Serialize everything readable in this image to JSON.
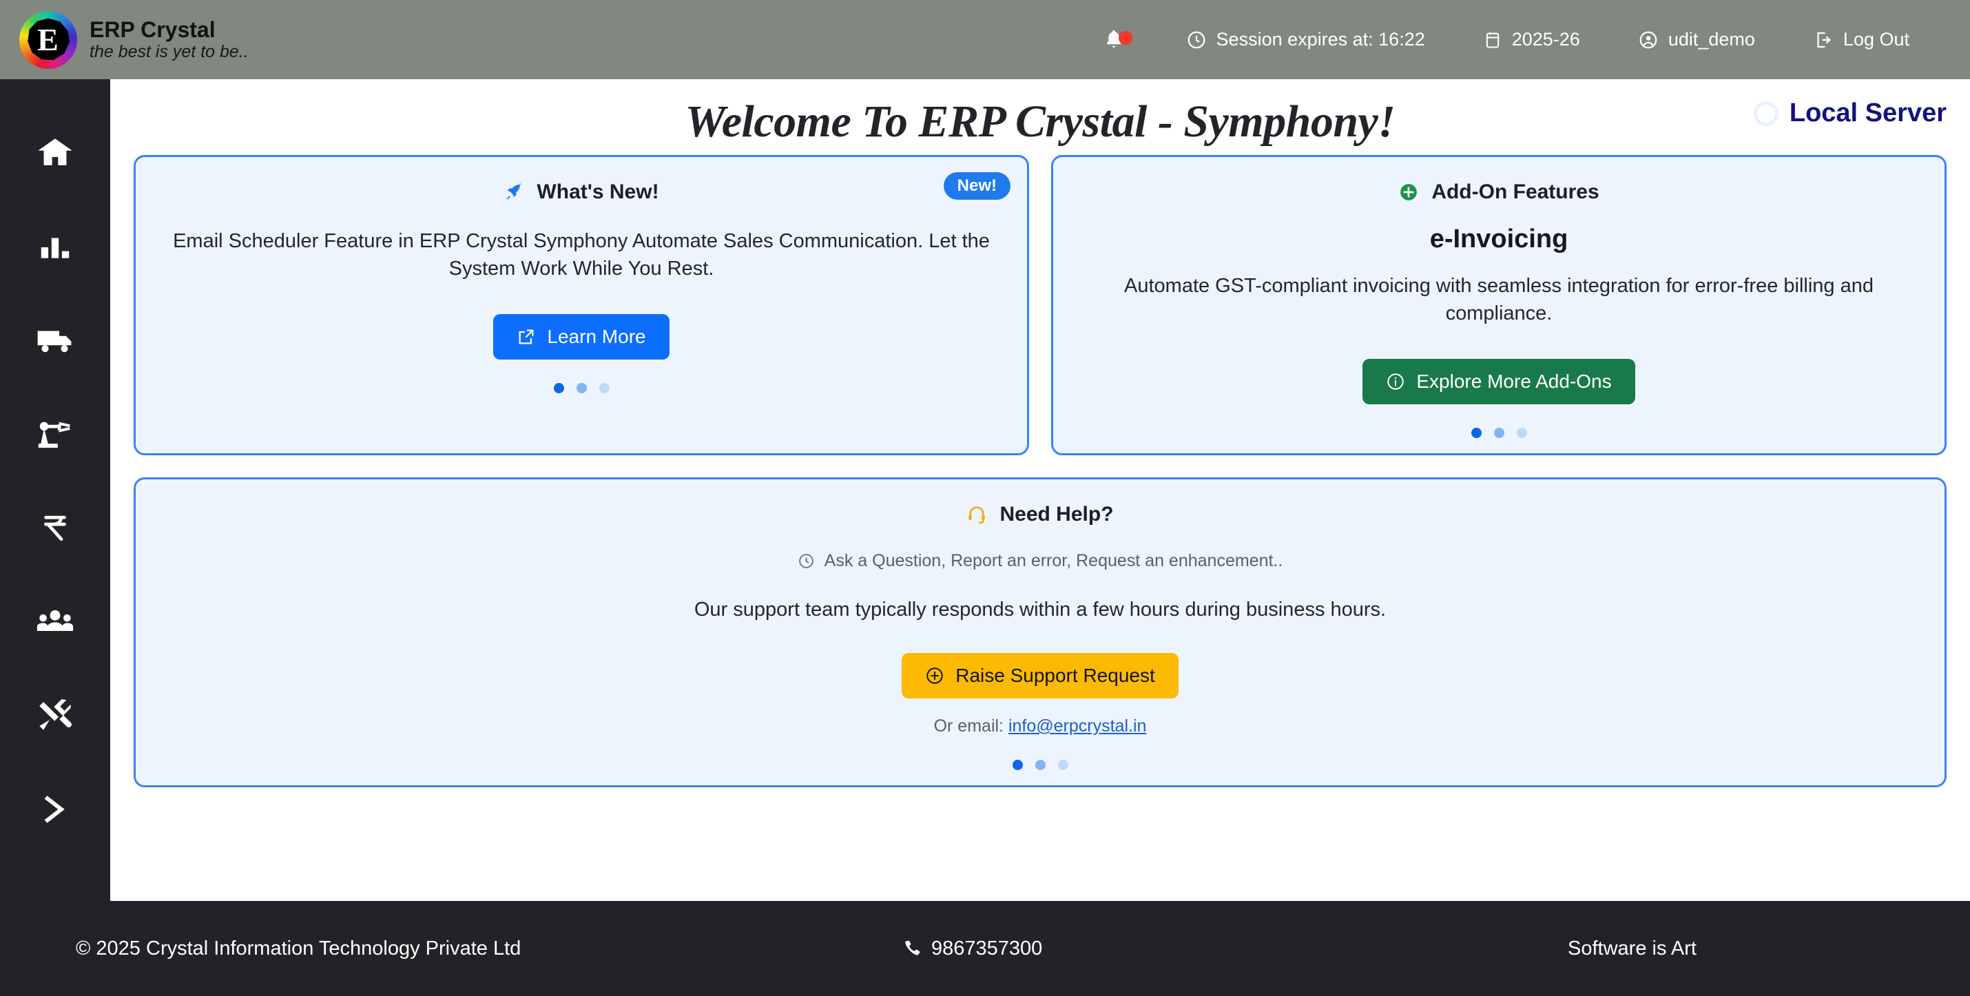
{
  "header": {
    "brand_title": "ERP Crystal",
    "brand_tagline": "the best is yet to be..",
    "logo_glyph": "E",
    "notification_icon": "bell-icon",
    "session": {
      "icon": "clock-icon",
      "label": "Session expires at: 16:22"
    },
    "fiscal_year": {
      "icon": "calendar-icon",
      "label": "2025-26"
    },
    "user": {
      "icon": "user-circle-icon",
      "label": "udit_demo"
    },
    "logout": {
      "icon": "logout-icon",
      "label": "Log Out"
    }
  },
  "sidebar": {
    "items": [
      {
        "icon": "home-icon",
        "name": "home"
      },
      {
        "icon": "bar-chart-icon",
        "name": "reports"
      },
      {
        "icon": "truck-icon",
        "name": "dispatch"
      },
      {
        "icon": "robotic-arm-icon",
        "name": "production"
      },
      {
        "icon": "rupee-icon",
        "name": "finance"
      },
      {
        "icon": "people-icon",
        "name": "hr"
      },
      {
        "icon": "tools-icon",
        "name": "maintenance"
      },
      {
        "icon": "chevron-right-icon",
        "name": "expand-sidebar"
      }
    ]
  },
  "main": {
    "page_title": "Welcome To ERP Crystal - Symphony!",
    "server_status": {
      "label": "Local Server",
      "icon": "spinner-ring-icon",
      "color": "#131280"
    },
    "whats_new": {
      "icon": "rocket-icon",
      "heading": "What's New!",
      "badge": "New!",
      "body": "Email Scheduler Feature in ERP Crystal Symphony Automate Sales Communication. Let the System Work While You Rest.",
      "button": {
        "icon": "external-link-icon",
        "label": "Learn More",
        "color": "#0d6efd"
      },
      "carousel": {
        "count": 3,
        "active": 0
      }
    },
    "addons": {
      "icon": "plus-circle-icon",
      "heading": "Add-On Features",
      "subheading": "e-Invoicing",
      "body": "Automate GST-compliant invoicing with seamless integration for error-free billing and compliance.",
      "button": {
        "icon": "info-circle-icon",
        "label": "Explore More Add-Ons",
        "color": "#19794a"
      },
      "carousel": {
        "count": 3,
        "active": 0
      }
    },
    "help": {
      "icon": "headset-icon",
      "heading": "Need Help?",
      "note_icon": "clock-icon",
      "note": "Ask a Question, Report an error, Request an enhancement..",
      "line": "Our support team typically responds within a few hours during business hours.",
      "button": {
        "icon": "plus-circle-icon",
        "label": "Raise Support Request",
        "color": "#fcba03"
      },
      "email_prefix": "Or email:",
      "email": "info@erpcrystal.in",
      "carousel": {
        "count": 3,
        "active": 0
      }
    }
  },
  "footer": {
    "copyright": "© 2025 Crystal Information Technology Private Ltd",
    "phone_icon": "phone-icon",
    "phone": "9867357300",
    "tagline": "Software is Art"
  }
}
